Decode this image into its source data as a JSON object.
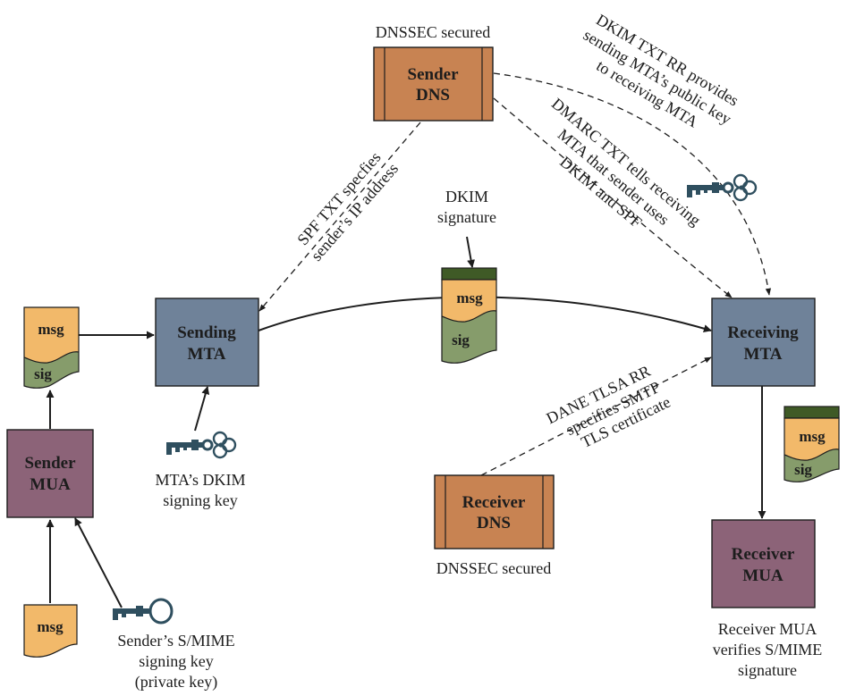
{
  "colors": {
    "mta_fill": "#6f8299",
    "mua_fill": "#8c6378",
    "dns_fill": "#c88352",
    "msg_fill": "#f2b96a",
    "sig_fill": "#869c6b",
    "dkim_band": "#3f5a26",
    "key_color": "#2f4f5f"
  },
  "nodes": {
    "sender_dns": {
      "line1": "Sender",
      "line2": "DNS"
    },
    "sending_mta": {
      "line1": "Sending",
      "line2": "MTA"
    },
    "receiving_mta": {
      "line1": "Receiving",
      "line2": "MTA"
    },
    "sender_mua": {
      "line1": "Sender",
      "line2": "MUA"
    },
    "receiver_mua": {
      "line1": "Receiver",
      "line2": "MUA"
    },
    "receiver_dns": {
      "line1": "Receiver",
      "line2": "DNS"
    }
  },
  "documents": {
    "msg_label": "msg",
    "sig_label": "sig"
  },
  "labels": {
    "dnssec_top": "DNSSEC secured",
    "dnssec_bottom": "DNSSEC secured",
    "dkim_signature_line1": "DKIM",
    "dkim_signature_line2": "signature",
    "mta_key_line1": "MTA’s DKIM",
    "mta_key_line2": "signing key",
    "smime_key_line1": "Sender’s S/MIME",
    "smime_key_line2": "signing key",
    "smime_key_line3": "(private key)",
    "receiver_verify_line1": "Receiver MUA",
    "receiver_verify_line2": "verifies S/MIME",
    "receiver_verify_line3": "signature"
  },
  "annotations": {
    "spf_line1": "SPF TXT specfies",
    "spf_line2": "sender’s IP address",
    "dmarc_line1": "DMARC TXT tells receiving",
    "dmarc_line2": "MTA that sender uses",
    "dmarc_line3": "DKIM and SPF",
    "dkim_txt_line1": "DKIM TXT RR provides",
    "dkim_txt_line2": "sending MTA’s public key",
    "dkim_txt_line3": "to receiving MTA",
    "dane_line1": "DANE TLSA RR",
    "dane_line2": "specifies SMTP",
    "dane_line3": "TLS certificate"
  }
}
